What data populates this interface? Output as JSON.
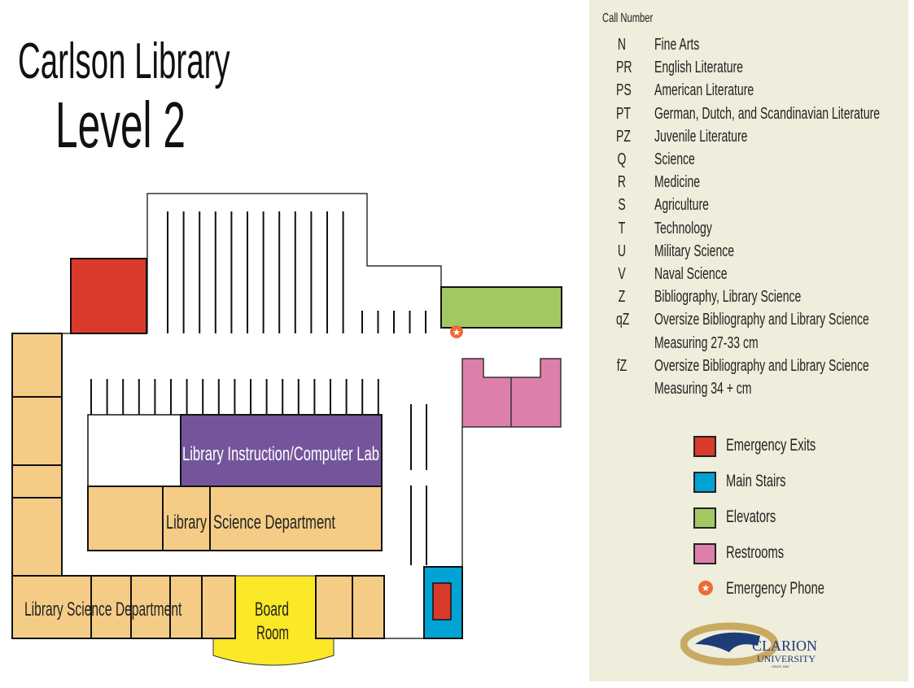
{
  "title": {
    "line1": "Carlson Library",
    "line2": "Level 2"
  },
  "rooms": {
    "lab": "Library Instruction/Computer Lab",
    "lsd_mid_1": "Library",
    "lsd_mid_2": "Science Department",
    "lsd_bottom": "Library Science Department",
    "board_1": "Board",
    "board_2": "Room"
  },
  "legend": {
    "heading": "Call Number",
    "entries": [
      {
        "code": "N",
        "desc": "Fine Arts"
      },
      {
        "code": "PR",
        "desc": "English Literature"
      },
      {
        "code": "PS",
        "desc": "American Literature"
      },
      {
        "code": "PT",
        "desc": "German, Dutch, and Scandinavian Literature"
      },
      {
        "code": "PZ",
        "desc": "Juvenile Literature"
      },
      {
        "code": "Q",
        "desc": "Science"
      },
      {
        "code": "R",
        "desc": "Medicine"
      },
      {
        "code": "S",
        "desc": "Agriculture"
      },
      {
        "code": "T",
        "desc": "Technology"
      },
      {
        "code": "U",
        "desc": "Military Science"
      },
      {
        "code": "V",
        "desc": "Naval Science"
      },
      {
        "code": "Z",
        "desc": "Bibliography, Library Science"
      },
      {
        "code": "qZ",
        "desc": "Oversize Bibliography and Library Science"
      },
      {
        "code": "",
        "desc": "Measuring 27-33 cm"
      },
      {
        "code": "fZ",
        "desc": "Oversize Bibliography and Library Science"
      },
      {
        "code": "",
        "desc": "Measuring 34 + cm"
      }
    ],
    "keys": [
      {
        "label": "Emergency Exits",
        "color": "#d93a2b",
        "icon": "square"
      },
      {
        "label": "Main Stairs",
        "color": "#00a3d4",
        "icon": "square"
      },
      {
        "label": "Elevators",
        "color": "#a2c862",
        "icon": "square"
      },
      {
        "label": "Restrooms",
        "color": "#dd7fab",
        "icon": "square"
      },
      {
        "label": "Emergency Phone",
        "color": "#ec6a35",
        "icon": "star-circle-icon"
      }
    ]
  },
  "logo": {
    "name": "CLARION",
    "sub": "UNIVERSITY",
    "since": "SINCE 1867"
  }
}
